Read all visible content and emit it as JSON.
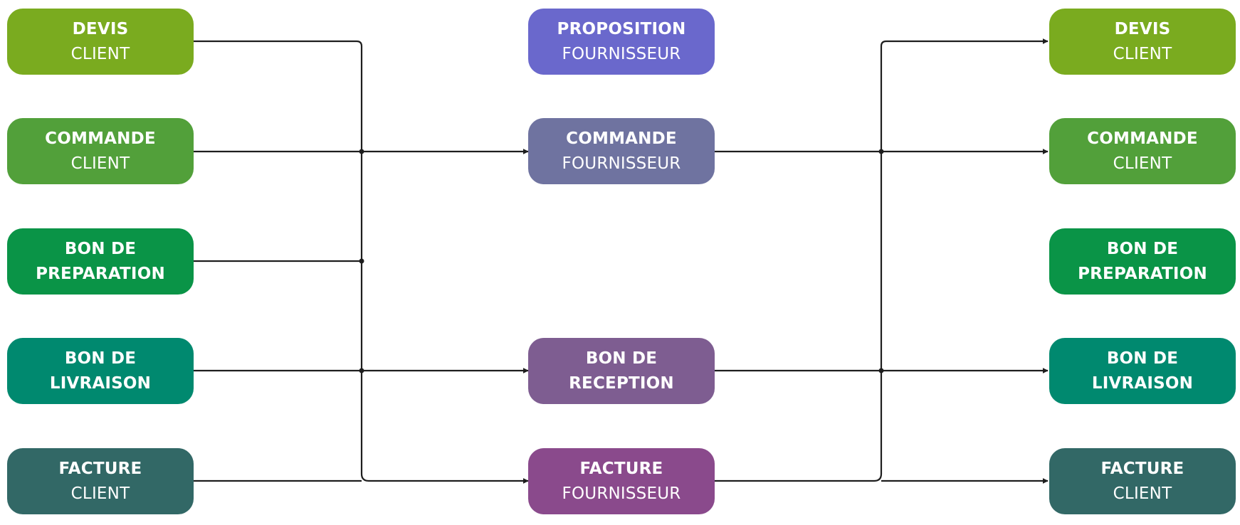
{
  "colors": {
    "devis": "#7aab1f",
    "commande_client": "#52a03a",
    "preparation": "#0a9447",
    "livraison": "#00896f",
    "facture_client": "#326866",
    "proposition": "#6a68cc",
    "commande_fournisseur": "#6f73a0",
    "reception": "#7e5d91",
    "facture_fournisseur": "#8a4a8c",
    "line": "#1e1e1e"
  },
  "left": {
    "devis": {
      "line1": "DEVIS",
      "line2": "CLIENT"
    },
    "commande": {
      "line1": "COMMANDE",
      "line2": "CLIENT"
    },
    "preparation": {
      "line1": "BON DE",
      "line2": "PREPARATION"
    },
    "livraison": {
      "line1": "BON DE",
      "line2": "LIVRAISON"
    },
    "facture": {
      "line1": "FACTURE",
      "line2": "CLIENT"
    }
  },
  "middle": {
    "proposition": {
      "line1": "PROPOSITION",
      "line2": "FOURNISSEUR"
    },
    "commande": {
      "line1": "COMMANDE",
      "line2": "FOURNISSEUR"
    },
    "reception": {
      "line1": "BON DE",
      "line2": "RECEPTION"
    },
    "facture": {
      "line1": "FACTURE",
      "line2": "FOURNISSEUR"
    }
  },
  "right": {
    "devis": {
      "line1": "DEVIS",
      "line2": "CLIENT"
    },
    "commande": {
      "line1": "COMMANDE",
      "line2": "CLIENT"
    },
    "preparation": {
      "line1": "BON DE",
      "line2": "PREPARATION"
    },
    "livraison": {
      "line1": "BON DE",
      "line2": "LIVRAISON"
    },
    "facture": {
      "line1": "FACTURE",
      "line2": "CLIENT"
    }
  }
}
